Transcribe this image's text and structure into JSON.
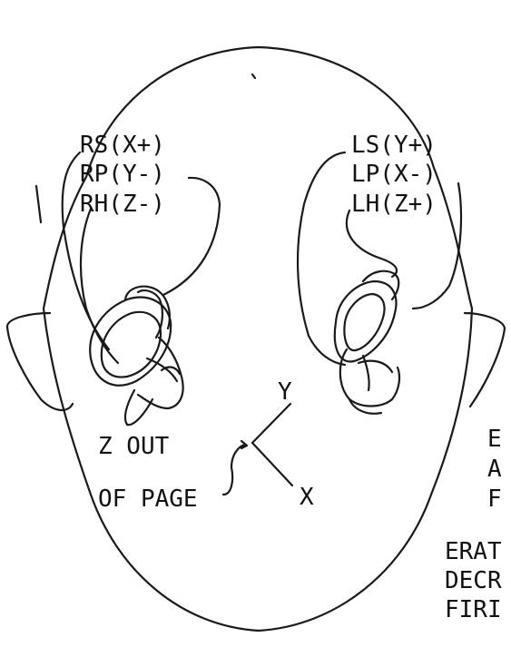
{
  "diagram": {
    "right_labels": [
      "RS(X+)",
      "RP(Y-)",
      "RH(Z-)"
    ],
    "left_labels": [
      "LS(Y+)",
      "LP(X-)",
      "LH(Z+)"
    ],
    "axes": {
      "y_label": "Y",
      "x_label": "X",
      "z_note_line1": "Z OUT",
      "z_note_line2": "OF PAGE"
    },
    "side_text_block1": [
      "E",
      "A",
      "F"
    ],
    "side_text_block2": [
      "ERAT",
      "DECR",
      "FIRI"
    ]
  }
}
